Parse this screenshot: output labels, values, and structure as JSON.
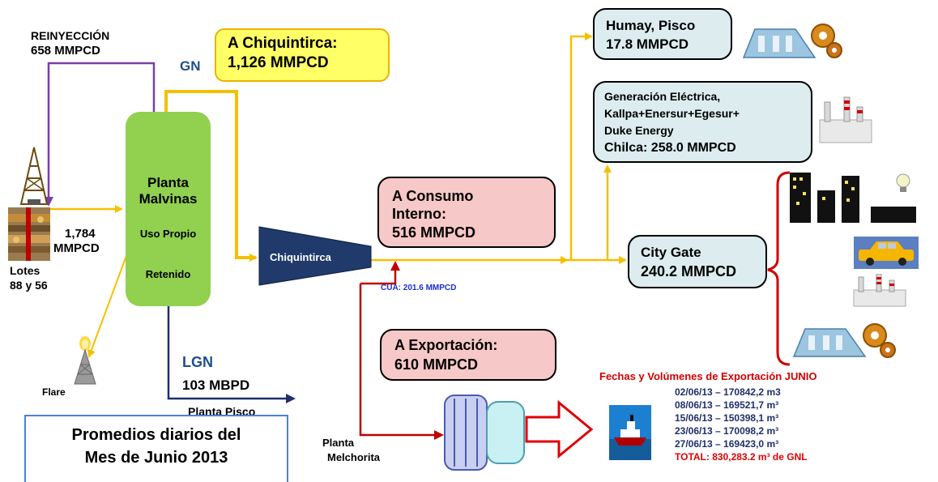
{
  "reinjection": {
    "title": "REINYECCIÓN",
    "value": "658 MMPCD"
  },
  "chiquintirca_box": {
    "line1": "A Chiquintirca:",
    "line2": "1,126 MMPCD"
  },
  "gn_label": "GN",
  "plant": {
    "line1": "Planta",
    "line2": "Malvinas",
    "uso": "Uso Propio",
    "retenido": "Retenido"
  },
  "lotes": {
    "value_line1": "1,784",
    "value_line2": "MMPCD",
    "label_line1": "Lotes",
    "label_line2": "88 y 56"
  },
  "flare_label": "Flare",
  "compressor_label": "Chiquintirca",
  "cua_label": "CUA: 201.6 MMPCD",
  "consumo_box": {
    "line1": "A Consumo",
    "line2": "Interno:",
    "line3": "516 MMPCD"
  },
  "exportacion_box": {
    "line1": "A Exportación:",
    "line2": "610 MMPCD"
  },
  "humay_box": {
    "line1": "Humay, Pisco",
    "line2": "17.8 MMPCD"
  },
  "generacion_box": {
    "line1": "Generación Eléctrica,",
    "line2": "Kallpa+Enersur+Egesur+",
    "line3": "Duke Energy",
    "line4": "Chilca: 258.0 MMPCD"
  },
  "citygate_box": {
    "line1": "City Gate",
    "line2": "240.2 MMPCD"
  },
  "lgn": {
    "label": "LGN",
    "value": "103 MBPD",
    "destination": "Planta Pisco"
  },
  "melchorita": {
    "line1": "Planta",
    "line2": "Melchorita"
  },
  "export_list": {
    "title": "Fechas y Volúmenes de Exportación JUNIO",
    "items": [
      "02/06/13 – 170842,2 m3",
      "08/06/13 – 169521,7 m³",
      "15/06/13 – 150398,1 m³",
      "23/06/13 – 170098,2 m³",
      "27/06/13 – 169423,0 m³"
    ],
    "total": "TOTAL:  830,283.2 m³ de GNL"
  },
  "promedios": {
    "line1": "Promedios diarios del",
    "line2": "Mes de Junio 2013"
  },
  "colors": {
    "gas_line": "#f5c000",
    "reinjection_line": "#7b3fa0",
    "lgn_line": "#1f2f6b",
    "export_line": "#c00000",
    "gn_label": "#1f4e8c",
    "plant_green": "#92d050",
    "compressor": "#1f3a6b",
    "city_blue": "#dcecef",
    "export_pink": "#f7c8c8"
  }
}
